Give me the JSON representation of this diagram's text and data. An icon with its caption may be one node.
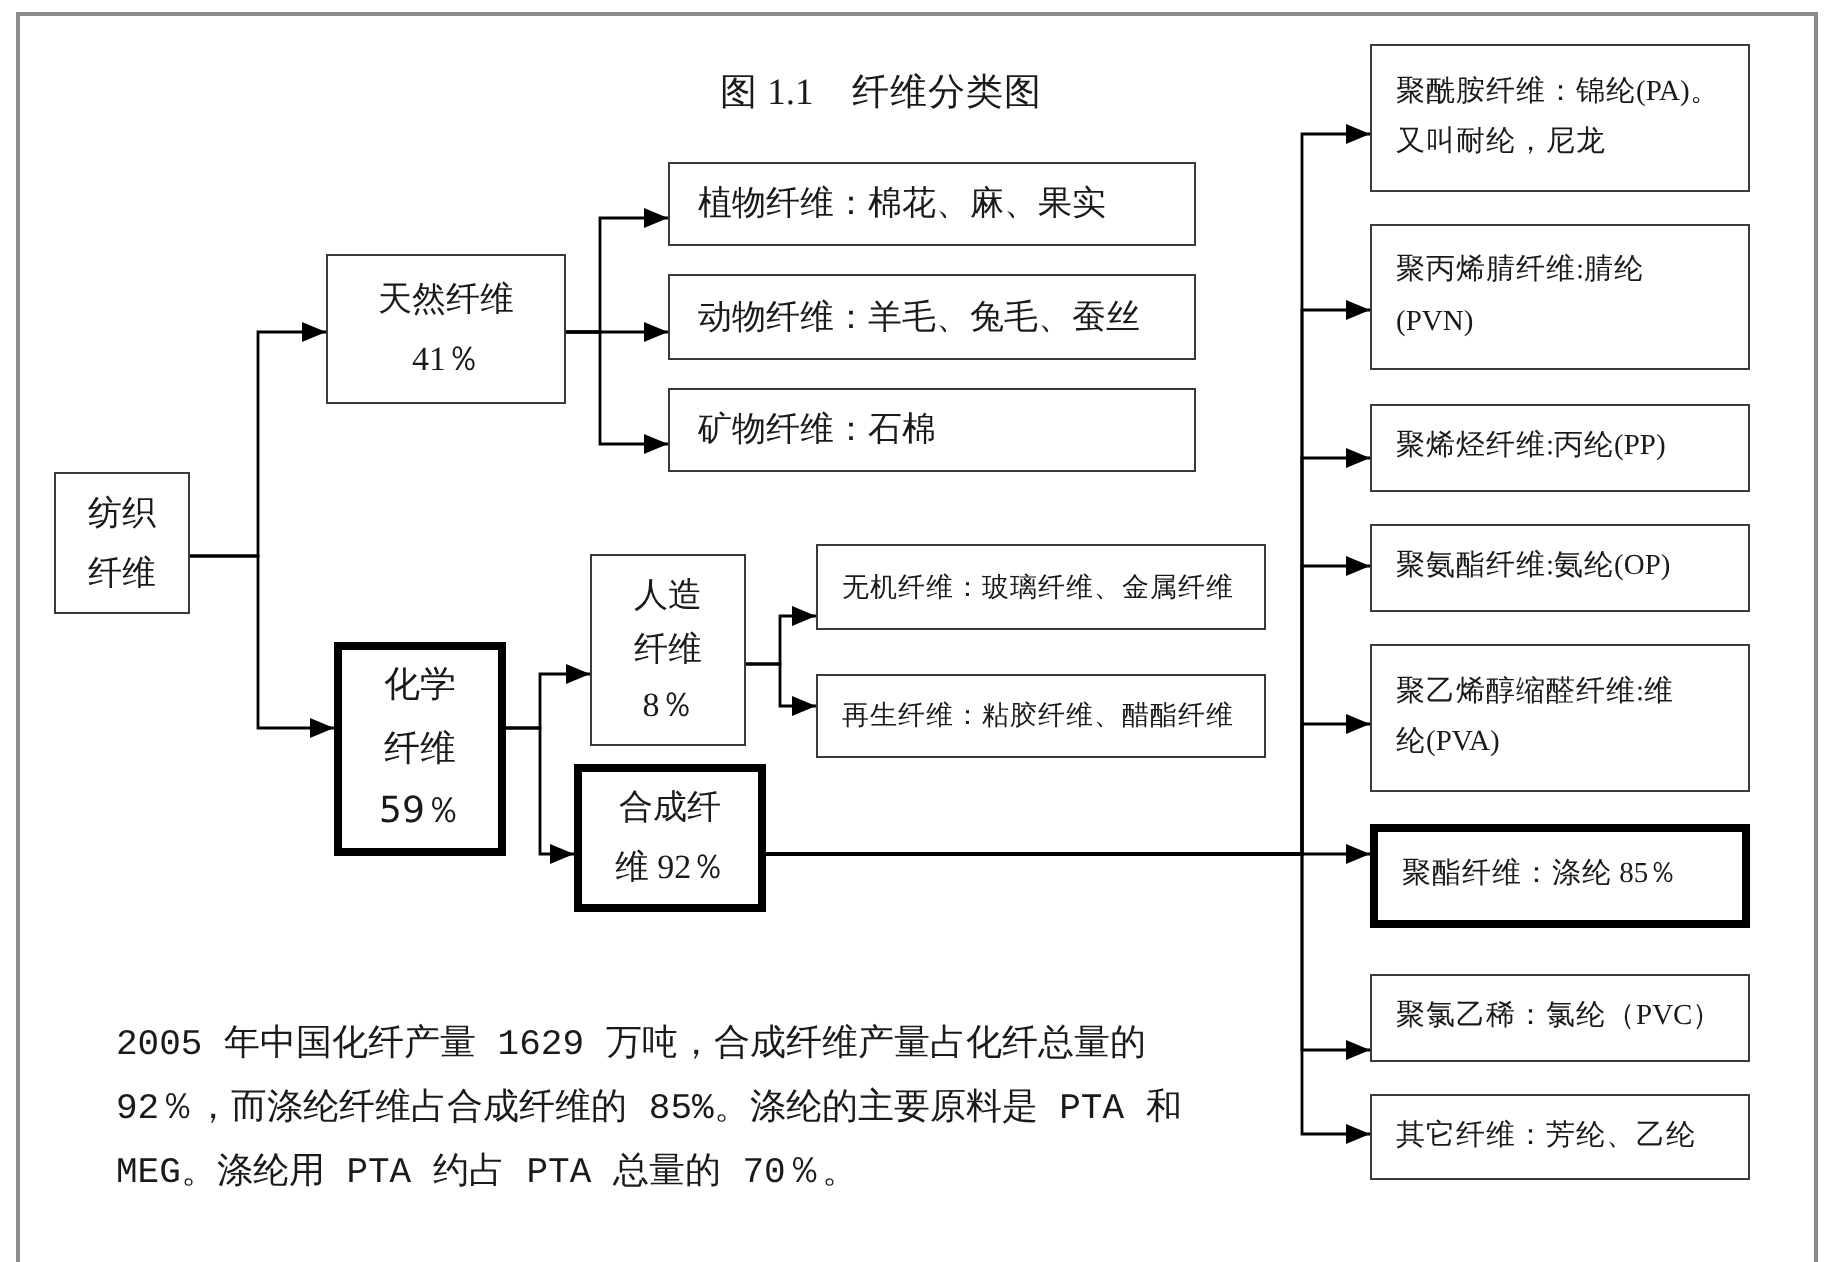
{
  "diagram": {
    "title": "图 1.1　纤维分类图",
    "nodes": [
      {
        "text": [
          "纺织纤维"
        ]
      },
      {
        "text": [
          "天然纤维",
          "41％"
        ]
      },
      {
        "text": [
          "植物纤维：棉花、麻、果实"
        ]
      },
      {
        "text": [
          "动物纤维：羊毛、兔毛、蚕丝"
        ]
      },
      {
        "text": [
          "矿物纤维：石棉"
        ]
      },
      {
        "text": [
          "化学纤维",
          "59％"
        ]
      },
      {
        "text": [
          "人造纤维",
          "8％"
        ]
      },
      {
        "text": [
          "无机纤维：玻璃纤维、金属纤维"
        ]
      },
      {
        "text": [
          "再生纤维：粘胶纤维、醋酯纤维"
        ]
      },
      {
        "text": [
          "合成纤维 92％"
        ]
      },
      {
        "text": [
          "聚酰胺纤维：锦纶(PA)。又叫耐纶，尼龙"
        ]
      },
      {
        "text": [
          "聚丙烯腈纤维:腈纶(PVN)"
        ]
      },
      {
        "text": [
          "聚烯烃纤维:丙纶(PP)"
        ]
      },
      {
        "text": [
          "聚氨酯纤维:氨纶(OP)"
        ]
      },
      {
        "text": [
          "聚乙烯醇缩醛纤维:维纶(PVA)"
        ]
      },
      {
        "text": [
          "聚酯纤维：涤纶 85％"
        ]
      },
      {
        "text": [
          "聚氯乙稀：氯纶（PVC）"
        ]
      },
      {
        "text": [
          "其它纤维：芳纶、乙纶"
        ]
      }
    ],
    "edges": [
      {
        "from": 0,
        "to": 1,
        "arrow": "to"
      },
      {
        "from": 0,
        "to": 5,
        "arrow": "to"
      },
      {
        "from": 1,
        "to": 2,
        "arrow": "to"
      },
      {
        "from": 1,
        "to": 3,
        "arrow": "to"
      },
      {
        "from": 1,
        "to": 4,
        "arrow": "to"
      },
      {
        "from": 5,
        "to": 6,
        "arrow": "to"
      },
      {
        "from": 5,
        "to": 9,
        "arrow": "to"
      },
      {
        "from": 6,
        "to": 7,
        "arrow": "to"
      },
      {
        "from": 6,
        "to": 8,
        "arrow": "to"
      },
      {
        "from": 9,
        "to": 10,
        "arrow": "to"
      },
      {
        "from": 9,
        "to": 11,
        "arrow": "to"
      },
      {
        "from": 9,
        "to": 12,
        "arrow": "to"
      },
      {
        "from": 9,
        "to": 13,
        "arrow": "to"
      },
      {
        "from": 9,
        "to": 14,
        "arrow": "to"
      },
      {
        "from": 9,
        "to": 15,
        "arrow": "to"
      },
      {
        "from": 9,
        "to": 16,
        "arrow": "to"
      },
      {
        "from": 9,
        "to": 17,
        "arrow": "to"
      }
    ],
    "labels": [
      "2005 年中国化纤产量 1629 万吨，合成纤维产量占化纤总量的92％，而涤纶纤维占合成纤维的 85%。涤纶的主要原料是 PTA 和 MEG。涤纶用 PTA 约占 PTA 总量的 70％。"
    ]
  }
}
